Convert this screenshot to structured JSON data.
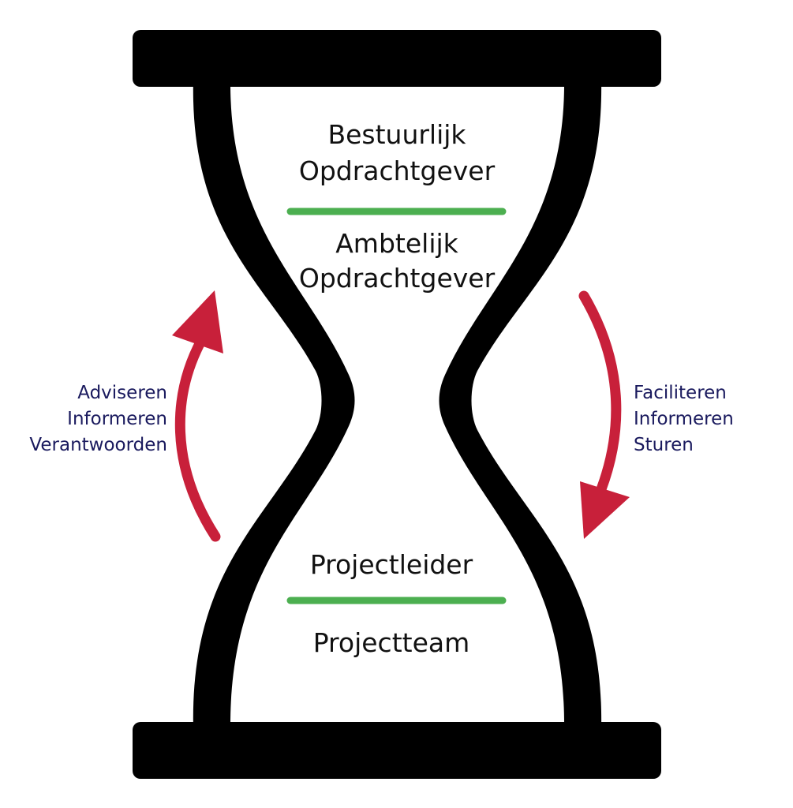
{
  "colors": {
    "frame": "#000000",
    "divider": "#4caf50",
    "arrow": "#c8203a",
    "side_text": "#1a1a5e",
    "role_text": "#111111"
  },
  "top_section": {
    "line1": "Bestuurlijk",
    "line2": "Opdrachtgever"
  },
  "upper_middle_section": {
    "line1": "Ambtelijk",
    "line2": "Opdrachtgever"
  },
  "lower_section": {
    "line1": "Projectleider"
  },
  "bottom_section": {
    "line1": "Projectteam"
  },
  "left_arrow": {
    "direction": "up",
    "labels": [
      "Adviseren",
      "Informeren",
      "Verantwoorden"
    ]
  },
  "right_arrow": {
    "direction": "down",
    "labels": [
      "Faciliteren",
      "Informeren",
      "Sturen"
    ]
  }
}
